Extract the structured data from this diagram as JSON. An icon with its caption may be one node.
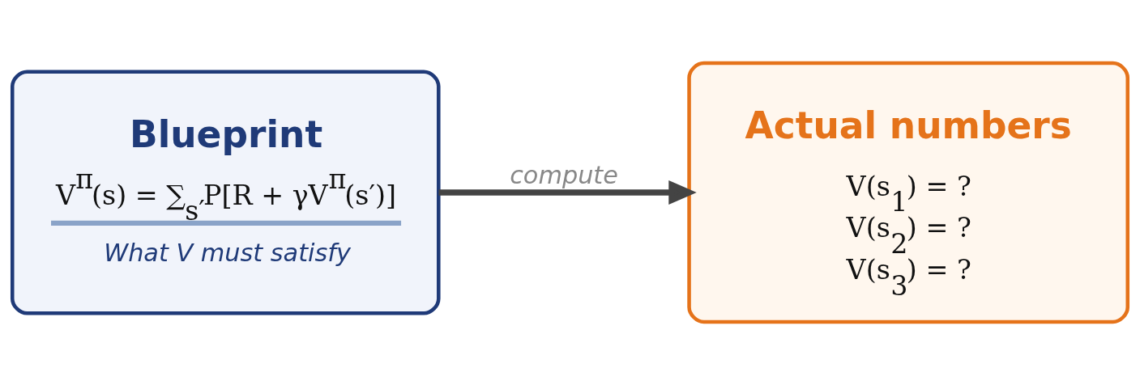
{
  "diagram": {
    "nodes": [
      {
        "text": [
          "Blueprint",
          "V$^{π}$(s) = ∑$_{s′}$P[R + γV$^{π}$(s′)]",
          "What V must satisfy"
        ]
      },
      {
        "text": [
          "Actual numbers",
          "V(s$_{1}$) = ?",
          "V(s$_{2}$) = ?",
          "V(s$_{3}$) = ?"
        ]
      }
    ],
    "edges": [
      {
        "from": 0,
        "to": 1,
        "arrow": "to",
        "label": "compute"
      }
    ]
  }
}
